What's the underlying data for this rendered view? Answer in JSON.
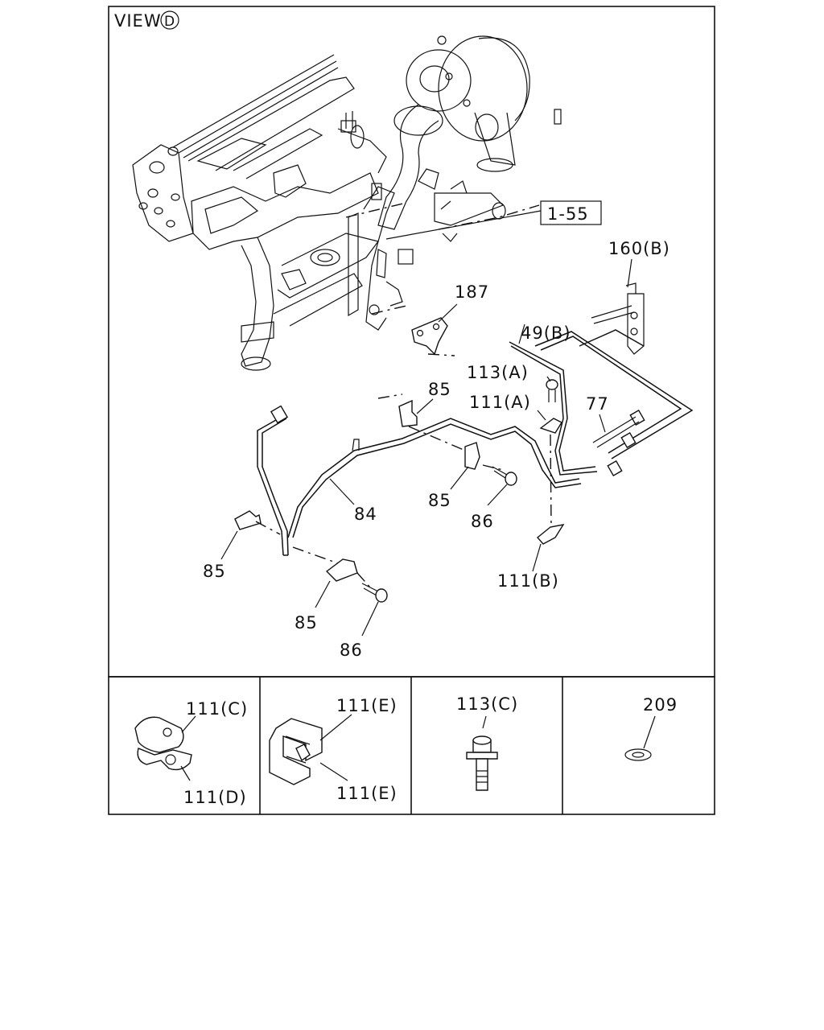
{
  "view": {
    "title": "VIEW",
    "circle_letter": "D"
  },
  "callouts": {
    "ref_1_55": "1-55",
    "p160b": "160(B)",
    "p187": "187",
    "p49b": "49(B)",
    "p113a": "113(A)",
    "p111a": "111(A)",
    "p85_top": "85",
    "p77": "77",
    "p84": "84",
    "p85_mid": "85",
    "p86_mid": "86",
    "p85_left": "85",
    "p111b": "111(B)",
    "p85_bottom": "85",
    "p86_bottom": "86"
  },
  "insets": [
    {
      "label_top": "111(C)",
      "label_bottom": "111(D)"
    },
    {
      "label_top": "111(E)",
      "label_bottom": "111(E)"
    },
    {
      "label_top": "113(C)"
    },
    {
      "label_top": "209"
    }
  ]
}
